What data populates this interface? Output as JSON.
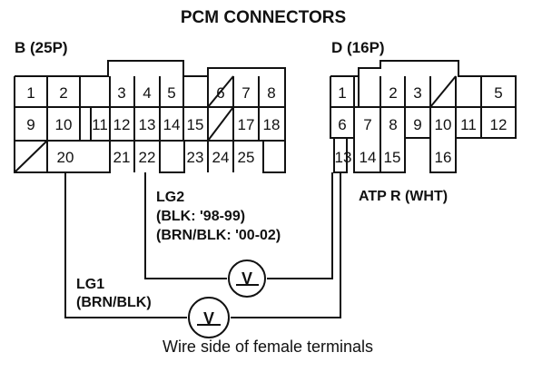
{
  "title": "PCM CONNECTORS",
  "connector_b": {
    "label": "B (25P)",
    "row1": [
      "1",
      "2",
      "3",
      "4",
      "5",
      "6",
      "7",
      "8"
    ],
    "row2": [
      "9",
      "10",
      "11",
      "12",
      "13",
      "14",
      "15",
      "17",
      "18"
    ],
    "row3": [
      "20",
      "21",
      "22",
      "23",
      "24",
      "25"
    ]
  },
  "connector_d": {
    "label": "D (16P)",
    "row1": [
      "1",
      "2",
      "3",
      "5"
    ],
    "row2": [
      "6",
      "7",
      "8",
      "9",
      "10",
      "11",
      "12"
    ],
    "row3": [
      "13",
      "14",
      "15",
      "16"
    ]
  },
  "wires": {
    "atp": "ATP R (WHT)",
    "lg2_name": "LG2",
    "lg2_color1": "(BLK: '98-99)",
    "lg2_color2": "(BRN/BLK: '00-02)",
    "lg1_name": "LG1",
    "lg1_color": "(BRN/BLK)"
  },
  "meters": [
    "V",
    "V"
  ],
  "caption": "Wire side of female terminals"
}
